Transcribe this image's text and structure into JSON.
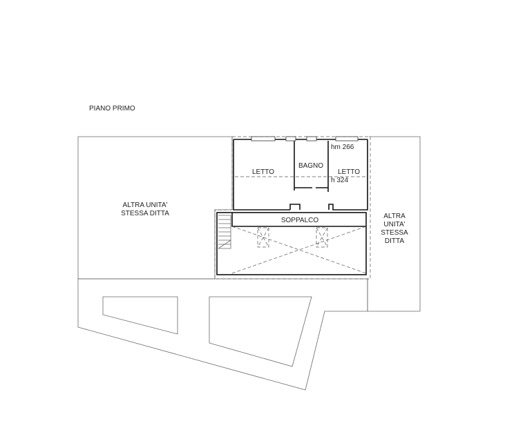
{
  "title": "PIANO PRIMO",
  "labels": {
    "unit_left_line1": "ALTRA UNITA'",
    "unit_left_line2": "STESSA DITTA",
    "unit_right_line1": "ALTRA",
    "unit_right_line2": "UNITA'",
    "unit_right_line3": "STESSA",
    "unit_right_line4": "DITTA",
    "room_letto_left": "LETTO",
    "room_bagno": "BAGNO",
    "room_letto_right": "LETTO",
    "room_soppalco": "SOPPALCO",
    "height_hm": "hm 266",
    "height_h": "h 324"
  }
}
